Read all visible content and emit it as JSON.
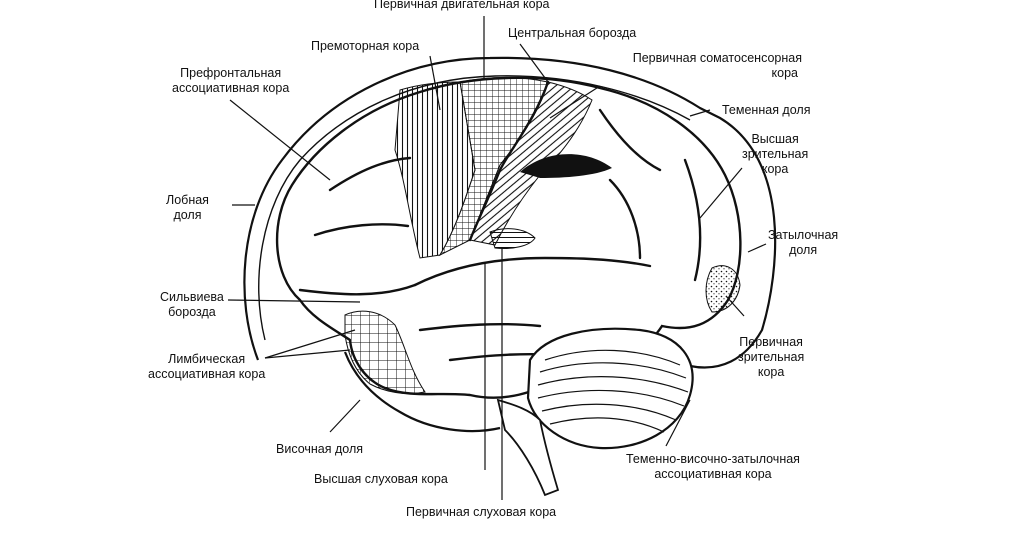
{
  "labels": {
    "primary_motor": "Первичная двигательная кора",
    "central_sulcus": "Центральная борозда",
    "premotor": "Премоторная кора",
    "prefrontal": [
      "Префронтальная",
      "ассоциативная кора"
    ],
    "somatosensory": [
      "Первичная соматосенсорная",
      "кора"
    ],
    "parietal_lobe": "Теменная доля",
    "higher_visual": [
      "Высшая",
      "зрительная",
      "кора"
    ],
    "frontal_lobe": [
      "Лобная",
      "доля"
    ],
    "occipital_lobe": [
      "Затылочная",
      "доля"
    ],
    "sylvian": [
      "Сильвиева",
      "борозда"
    ],
    "limbic": [
      "Лимбическая",
      "ассоциативная кора"
    ],
    "primary_visual": [
      "Первичная",
      "зрительная",
      "кора"
    ],
    "temporal_lobe": "Височная доля",
    "pto_assoc": [
      "Теменно-височно-затылочная",
      "ассоциативная кора"
    ],
    "higher_auditory": "Высшая слуховая кора",
    "primary_auditory": "Первичная слуховая кора"
  },
  "colors": {
    "ink": "#111111",
    "background": "#ffffff"
  }
}
